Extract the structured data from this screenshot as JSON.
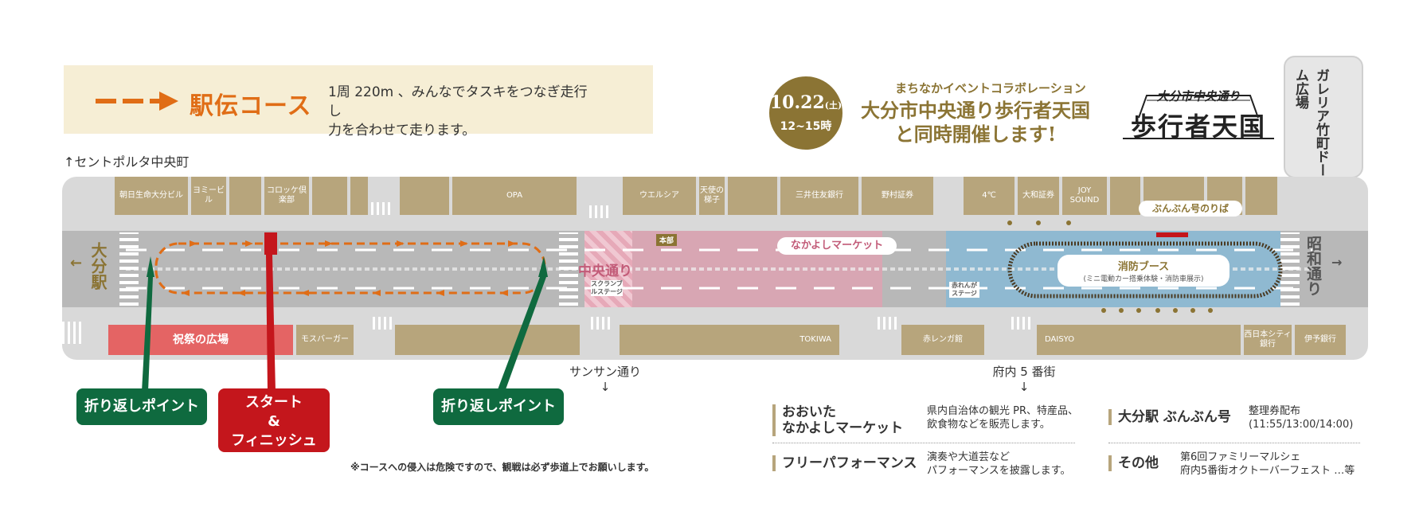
{
  "legend": {
    "title": "駅伝コース",
    "desc_line1": "1周 220m 、みんなでタスキをつなぎ走行し",
    "desc_line2": "力を合わせて走ります。"
  },
  "corner_label": "↑セントポルタ中央町",
  "event": {
    "date": "10.22",
    "weekday": "(土)",
    "time": "12~15時",
    "subtitle": "まちなかイベントコラボレーション",
    "title_line1": "大分市中央通り歩行者天国",
    "title_line2": "と同時開催します!",
    "logo_small": "大分市中央通り",
    "logo_large": "歩行者天国"
  },
  "galleria": "ガレリア竹町ドーム広場",
  "map": {
    "top_blocks": [
      "朝日生命大分ビル",
      "ヨミービル",
      "コロッケ倶楽部",
      "OPA",
      "ウエルシア",
      "天使の梯子",
      "三井住友銀行",
      "野村証券",
      "4℃",
      "大和証券",
      "JOY SOUND"
    ],
    "bottom_blocks": [
      "祝祭の広場",
      "モスバーガー",
      "TOKIWA",
      "赤レンガ館",
      "DAISYO",
      "西日本シティ銀行",
      "伊予銀行"
    ],
    "oita_station": "大分駅",
    "showa_dori": "昭和通り",
    "chuo_dori": "中央通り",
    "scramble_stage": "スクランブルステージ",
    "honbu": "本部",
    "nakayoshi_market": "なかよしマーケット",
    "bunbun_stop": "ぶんぶん号のりば",
    "akarenga_stage": "赤れんがステージ",
    "fire_booth_title": "消防ブース",
    "fire_booth_sub": "(ミニ電動カー搭乗体験・消防車展示)",
    "left_arrow": "←",
    "right_arrow": "→"
  },
  "callouts": {
    "turn_left": "折り返しポイント",
    "start_line1": "スタート",
    "start_line2": "&",
    "start_line3": "フィニッシュ",
    "turn_right": "折り返しポイント"
  },
  "streets": {
    "sunsun": "サンサン通り",
    "funai": "府内 5 番街",
    "down_arrow": "↓"
  },
  "note": "※コースへの侵入は危険ですので、観戦は必ず歩道上でお願いします。",
  "info": [
    {
      "title1": "おおいた",
      "title2": "なかよしマーケット",
      "desc1": "県内自治体の観光 PR、特産品、",
      "desc2": "飲食物などを販売します。"
    },
    {
      "title1": "フリーパフォーマンス",
      "title2": "",
      "desc1": "演奏や大道芸など",
      "desc2": "パフォーマンスを披露します。"
    },
    {
      "title1": "大分駅 ぶんぶん号",
      "title2": "",
      "desc1": "整理券配布",
      "desc2": "(11:55/13:00/14:00)"
    },
    {
      "title1": "その他",
      "title2": "",
      "desc1": "第6回ファミリーマルシェ",
      "desc2": "府内5番街オクトーバーフェスト …等"
    }
  ],
  "colors": {
    "course_orange": "#e06d16",
    "building": "#b7a57c",
    "market_pink": "#d8a6b3",
    "fire_blue": "#8fb9d1",
    "turn_green": "#0f6a3f",
    "start_red": "#c4161c",
    "festival_red": "#e46464",
    "gold": "#8b7434"
  }
}
